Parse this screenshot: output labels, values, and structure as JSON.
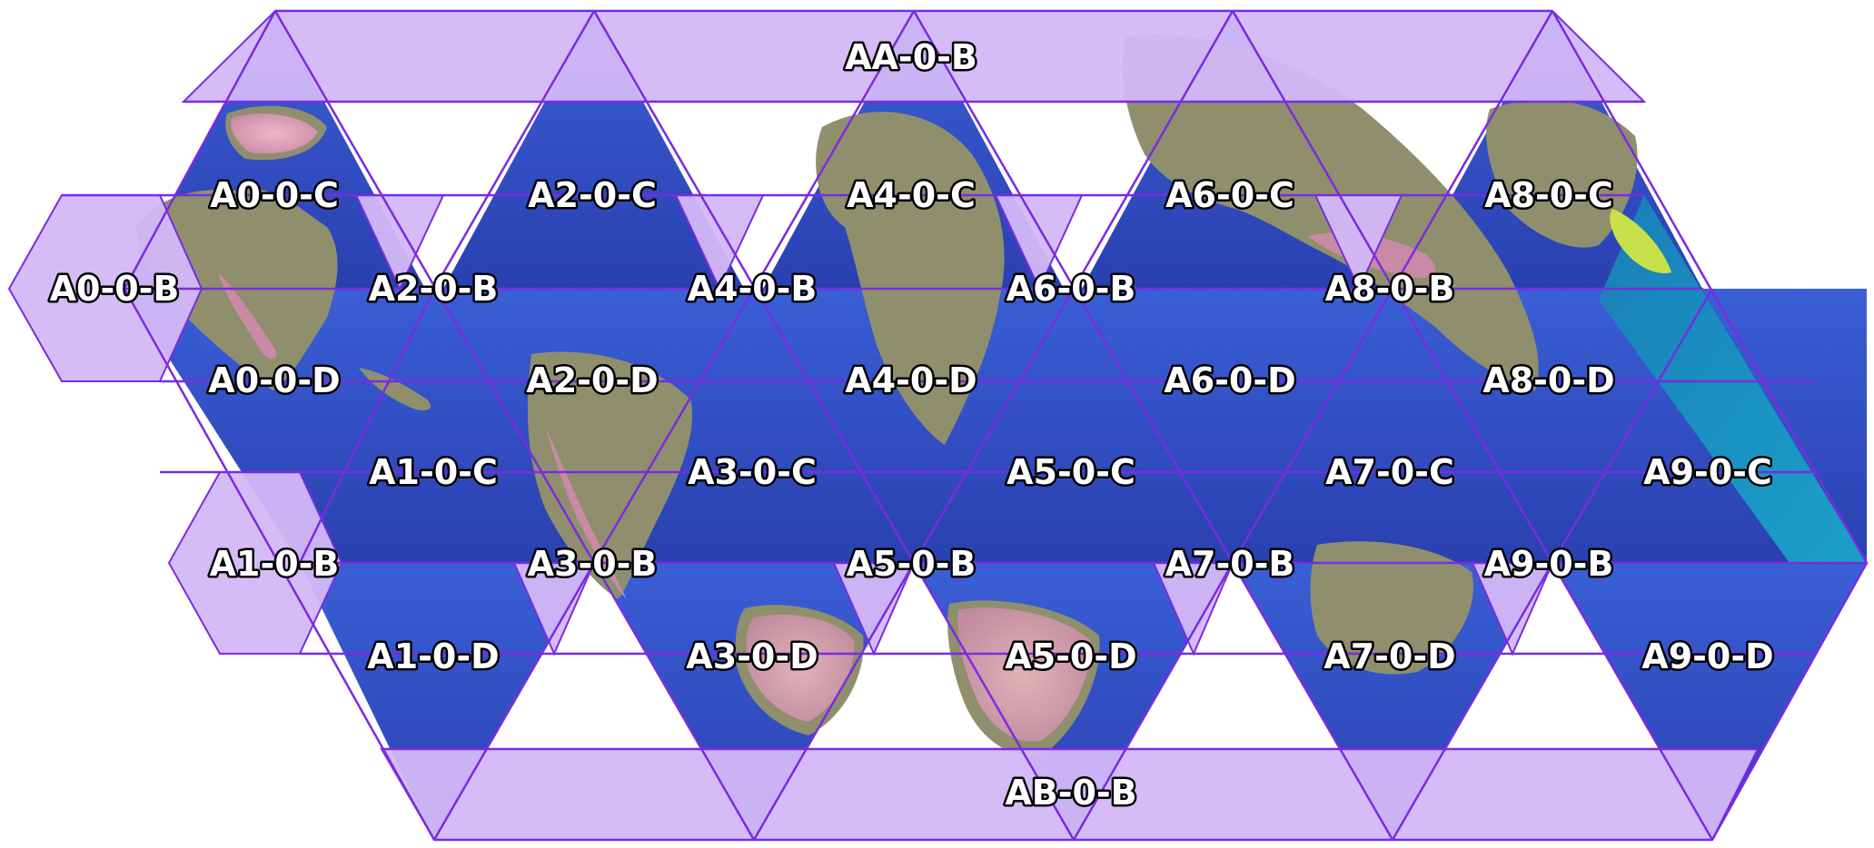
{
  "map": {
    "projection": "icosahedral net (dymaxion-style)",
    "colors": {
      "ocean_deep": "#2a44b8",
      "ocean_mid": "#3557d0",
      "land": "#8f8f6e",
      "mountains": "#c98aa6",
      "ice": "#e3a6b6",
      "overlay_fill": "#d3b8f7",
      "grid_line": "#7b2be0",
      "label_fill": "#ffffff",
      "label_outline": "#000000"
    },
    "cells": [
      {
        "id": "AA-0-B",
        "label": "AA-0-B"
      },
      {
        "id": "A0-0-C",
        "label": "A0-0-C"
      },
      {
        "id": "A2-0-C",
        "label": "A2-0-C"
      },
      {
        "id": "A4-0-C",
        "label": "A4-0-C"
      },
      {
        "id": "A6-0-C",
        "label": "A6-0-C"
      },
      {
        "id": "A8-0-C",
        "label": "A8-0-C"
      },
      {
        "id": "A0-0-B",
        "label": "A0-0-B"
      },
      {
        "id": "A2-0-B",
        "label": "A2-0-B"
      },
      {
        "id": "A4-0-B",
        "label": "A4-0-B"
      },
      {
        "id": "A6-0-B",
        "label": "A6-0-B"
      },
      {
        "id": "A8-0-B",
        "label": "A8-0-B"
      },
      {
        "id": "A0-0-D",
        "label": "A0-0-D"
      },
      {
        "id": "A2-0-D",
        "label": "A2-0-D"
      },
      {
        "id": "A4-0-D",
        "label": "A4-0-D"
      },
      {
        "id": "A6-0-D",
        "label": "A6-0-D"
      },
      {
        "id": "A8-0-D",
        "label": "A8-0-D"
      },
      {
        "id": "A1-0-C",
        "label": "A1-0-C"
      },
      {
        "id": "A3-0-C",
        "label": "A3-0-C"
      },
      {
        "id": "A5-0-C",
        "label": "A5-0-C"
      },
      {
        "id": "A7-0-C",
        "label": "A7-0-C"
      },
      {
        "id": "A9-0-C",
        "label": "A9-0-C"
      },
      {
        "id": "A1-0-B",
        "label": "A1-0-B"
      },
      {
        "id": "A3-0-B",
        "label": "A3-0-B"
      },
      {
        "id": "A5-0-B",
        "label": "A5-0-B"
      },
      {
        "id": "A7-0-B",
        "label": "A7-0-B"
      },
      {
        "id": "A9-0-B",
        "label": "A9-0-B"
      },
      {
        "id": "A1-0-D",
        "label": "A1-0-D"
      },
      {
        "id": "A3-0-D",
        "label": "A3-0-D"
      },
      {
        "id": "A5-0-D",
        "label": "A5-0-D"
      },
      {
        "id": "A7-0-D",
        "label": "A7-0-D"
      },
      {
        "id": "A9-0-D",
        "label": "A9-0-D"
      },
      {
        "id": "AB-0-B",
        "label": "AB-0-B"
      }
    ]
  }
}
